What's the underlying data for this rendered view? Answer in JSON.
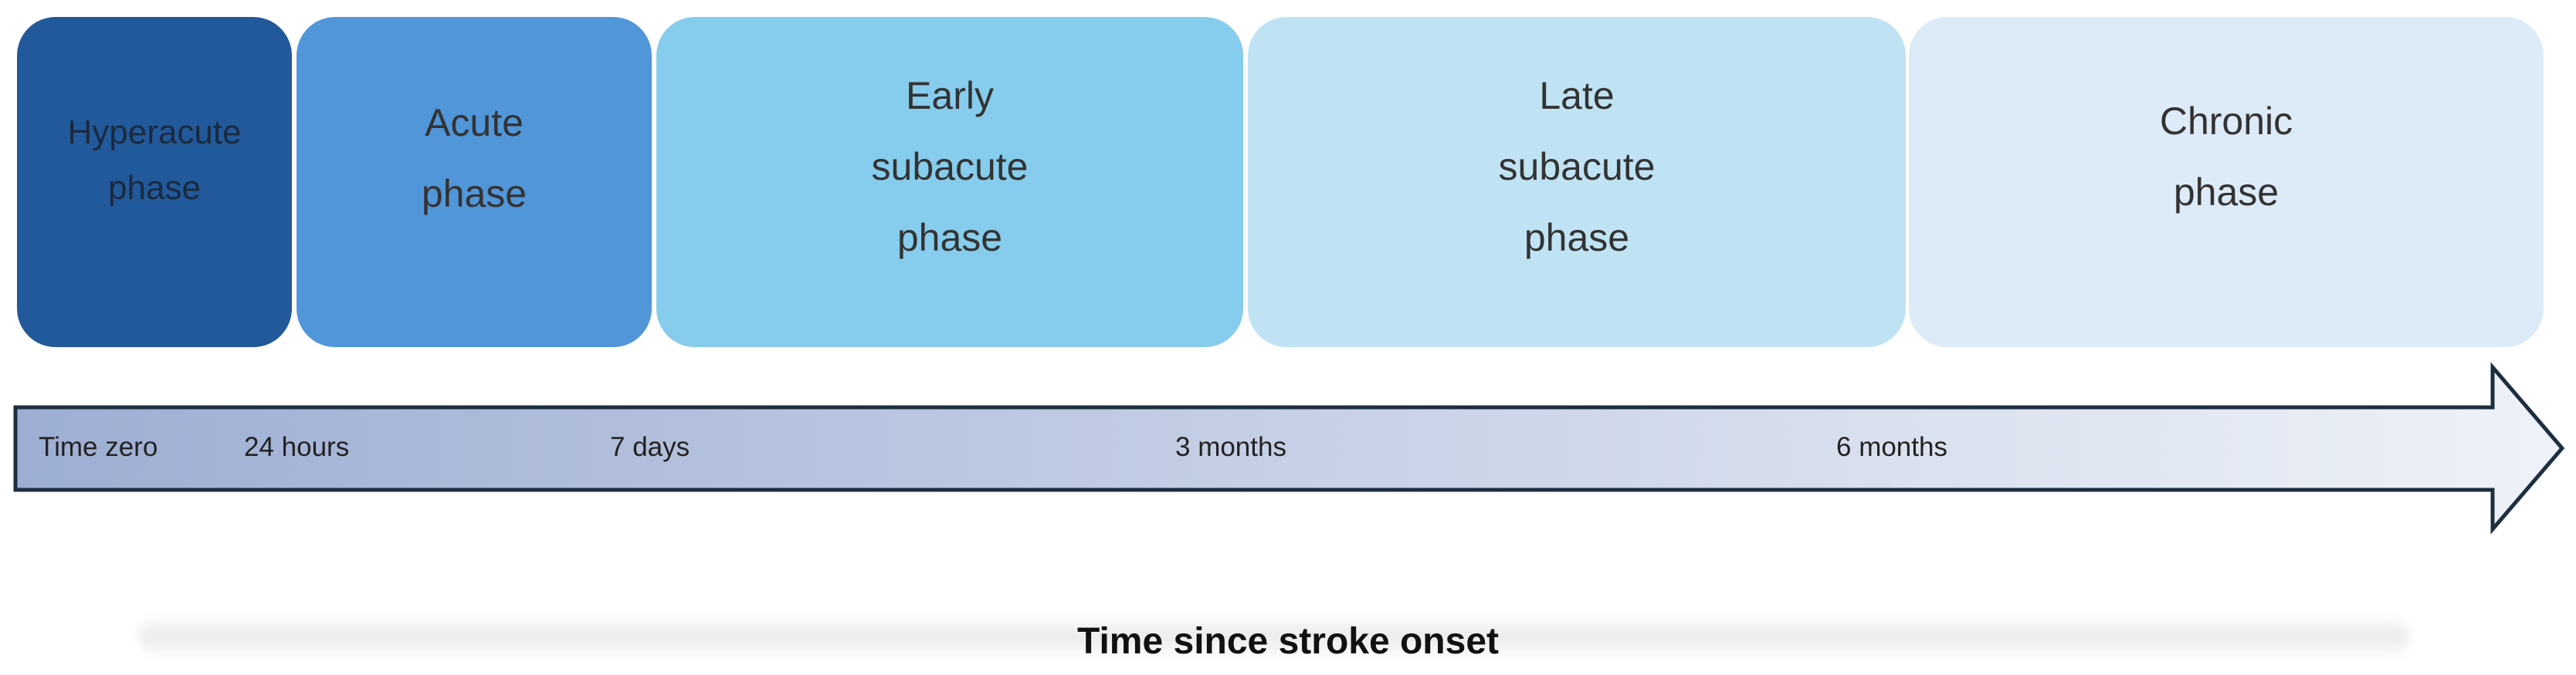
{
  "phases": [
    {
      "label": "Hyperacute\nphase",
      "color": "#22599A"
    },
    {
      "label": "Acute\nphase",
      "color": "#5096D9"
    },
    {
      "label": "Early\nsubacute\nphase",
      "color": "#86CCEC"
    },
    {
      "label": "Late\nsubacute\nphase",
      "color": "#C0E3F4"
    },
    {
      "label": "Chronic\nphase",
      "color": "#DDEAF7"
    }
  ],
  "timeline": {
    "ticks": [
      "Time zero",
      "24 hours",
      "7 days",
      "3 months",
      "6 months"
    ],
    "colors": {
      "start": "#9DAED3",
      "end": "#EEF2F8",
      "border": "#1D2E3F"
    }
  },
  "axis_title": "Time since stroke onset"
}
